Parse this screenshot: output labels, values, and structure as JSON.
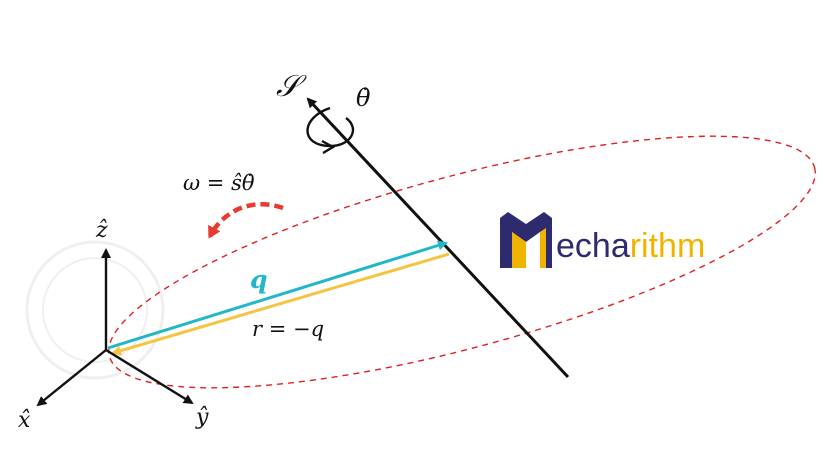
{
  "diagram": {
    "screw_axis_label": "𝒮",
    "theta_dot_label": "θ̇",
    "omega_label": "ω = ŝθ̇",
    "q_label": "q",
    "r_label": "r = −q",
    "axis_labels": {
      "z": "ẑ",
      "x": "x̂",
      "y": "ŷ"
    }
  },
  "logo": {
    "part1": "echa",
    "part2": "rithm"
  },
  "colors": {
    "axis": "#111111",
    "q_vector": "#21b7c9",
    "r_vector": "#f4c542",
    "orbit": "#e02020",
    "omega_arrow": "#e83a2e",
    "logo_navy": "#2d2a6e",
    "logo_yellow": "#f0b400"
  }
}
